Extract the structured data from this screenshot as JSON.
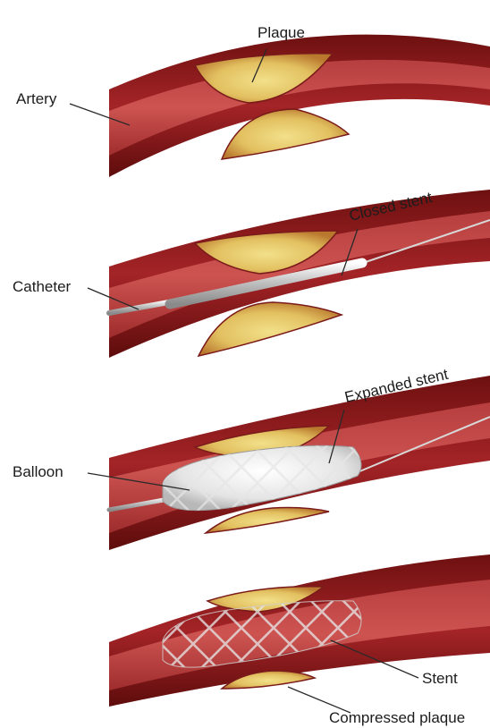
{
  "labels": {
    "artery": "Artery",
    "plaque": "Plaque",
    "closed_stent": "Closed stent",
    "catheter": "Catheter",
    "expanded_stent": "Expanded stent",
    "balloon": "Balloon",
    "stent": "Stent",
    "compressed_plaque": "Compressed plaque"
  },
  "colors": {
    "artery_dark": "#7a1414",
    "artery_mid": "#a8262a",
    "artery_light": "#c84a48",
    "plaque_yellow": "#e8d070",
    "plaque_orange": "#c9883a",
    "stent_silver": "#c8c8c8",
    "balloon_white": "#f2f2f2"
  }
}
